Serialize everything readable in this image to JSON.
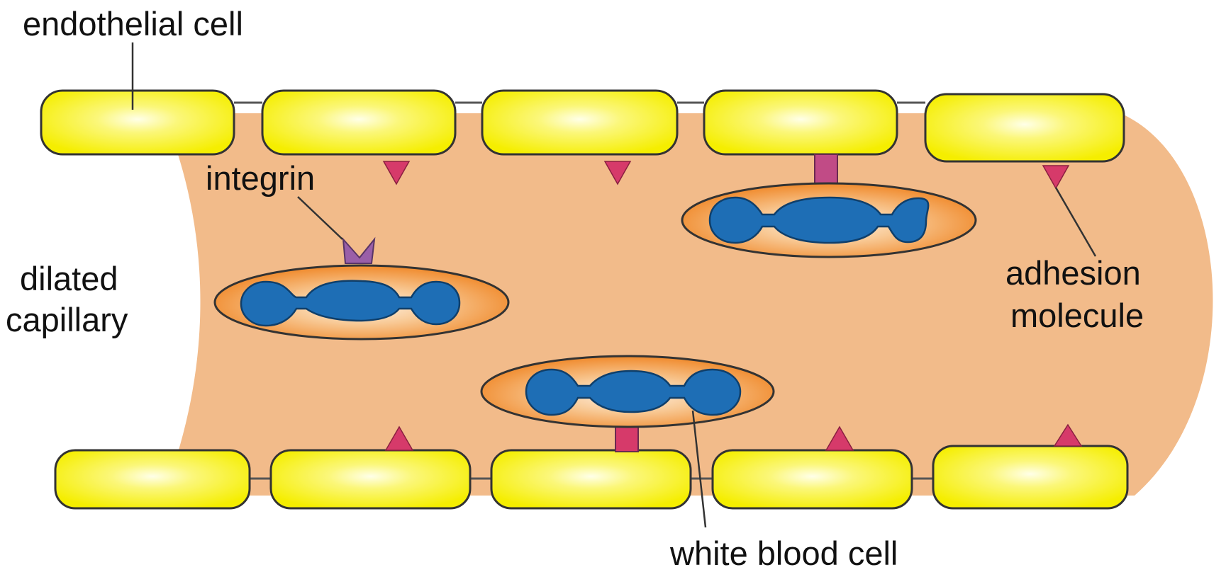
{
  "labels": {
    "endothelial_cell": "endothelial cell",
    "integrin": "integrin",
    "dilated_capillary_line1": "dilated",
    "dilated_capillary_line2": "capillary",
    "adhesion_molecule_line1": "adhesion",
    "adhesion_molecule_line2": "molecule",
    "white_blood_cell": "white blood cell"
  },
  "colors": {
    "lumen": "#F2BB8A",
    "endothelial_fill": "#F7F000",
    "endothelial_highlight": "#FFFFE0",
    "wbc_body": "#F39A3A",
    "wbc_center": "#FBE3C8",
    "nucleus": "#1E6EB5",
    "adhesion_molecule": "#D63A6A",
    "integrin": "#9A5FA8",
    "outline": "#2a2a2a"
  }
}
